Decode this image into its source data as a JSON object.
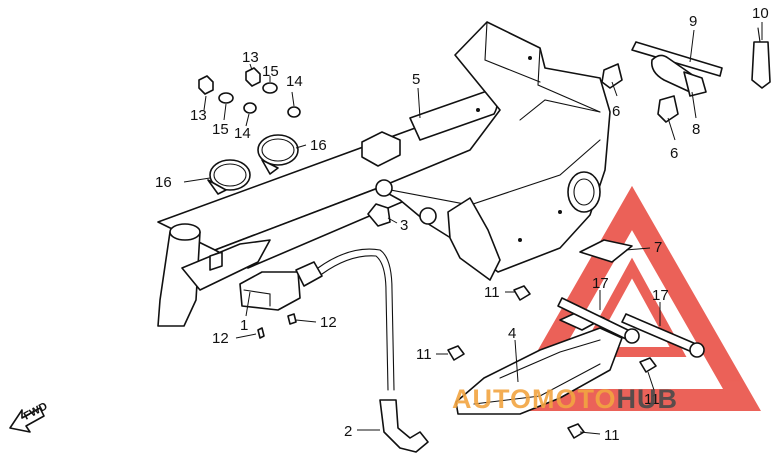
{
  "diagram": {
    "fwd_label": "FWD",
    "callouts": [
      {
        "id": "c1",
        "label": "1"
      },
      {
        "id": "c2",
        "label": "2"
      },
      {
        "id": "c3",
        "label": "3"
      },
      {
        "id": "c4",
        "label": "4"
      },
      {
        "id": "c5",
        "label": "5"
      },
      {
        "id": "c6a",
        "label": "6"
      },
      {
        "id": "c6b",
        "label": "6"
      },
      {
        "id": "c7",
        "label": "7"
      },
      {
        "id": "c8",
        "label": "8"
      },
      {
        "id": "c9",
        "label": "9"
      },
      {
        "id": "c10",
        "label": "10"
      },
      {
        "id": "c11a",
        "label": "11"
      },
      {
        "id": "c11b",
        "label": "11"
      },
      {
        "id": "c11c",
        "label": "11"
      },
      {
        "id": "c11d",
        "label": "11"
      },
      {
        "id": "c12a",
        "label": "12"
      },
      {
        "id": "c12b",
        "label": "12"
      },
      {
        "id": "c13a",
        "label": "13"
      },
      {
        "id": "c13b",
        "label": "13"
      },
      {
        "id": "c14a",
        "label": "14"
      },
      {
        "id": "c14b",
        "label": "14"
      },
      {
        "id": "c15a",
        "label": "15"
      },
      {
        "id": "c15b",
        "label": "15"
      },
      {
        "id": "c16a",
        "label": "16"
      },
      {
        "id": "c16b",
        "label": "16"
      },
      {
        "id": "c17a",
        "label": "17"
      },
      {
        "id": "c17b",
        "label": "17"
      }
    ]
  },
  "watermark": {
    "part_auto": "AUTO",
    "part_moto": "MOTO",
    "part_hub": "HUB",
    "color_red": "#e8463c",
    "color_orange": "#f2a541",
    "color_grey": "#4a4a4a"
  }
}
